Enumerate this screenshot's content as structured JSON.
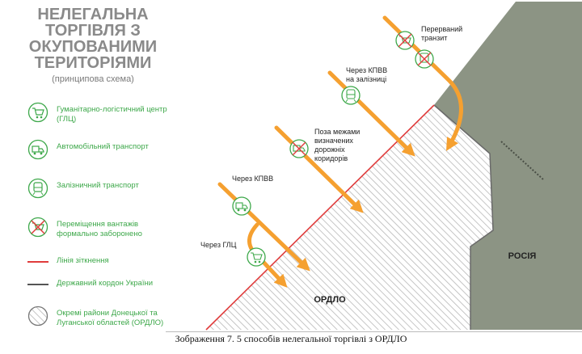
{
  "title_lines": [
    "НЕЛЕГАЛЬНА",
    "ТОРГІВЛЯ З",
    "ОКУПОВАНИМИ",
    "ТЕРИТОРІЯМИ"
  ],
  "subtitle": "(принципова схема)",
  "legend": [
    {
      "icon": "cart-icon",
      "text": "Гуманітарно-логістичний центр (ГЛЦ)"
    },
    {
      "icon": "truck-icon",
      "text": "Автомобільний транспорт"
    },
    {
      "icon": "train-icon",
      "text": "Залізничний транспорт"
    },
    {
      "icon": "crossed-cargo-icon",
      "text": "Переміщення вантажів формально заборонено"
    },
    {
      "icon": "red-line",
      "text": "Лінія зіткнення"
    },
    {
      "icon": "gray-line",
      "text": "Державний кордон України"
    },
    {
      "icon": "hatched-circle-icon",
      "text": "Окремі райони Донецької та Луганської областей (ОРДЛО)"
    }
  ],
  "routes": [
    {
      "id": "glc",
      "label": "Через ГЛЦ"
    },
    {
      "id": "kpvv-road",
      "label": "Через КПВВ"
    },
    {
      "id": "outside-corridors",
      "label": "Поза межами визначених дорожніх коридорів"
    },
    {
      "id": "kpvv-rail",
      "label": "Через КПВВ на залізниці"
    },
    {
      "id": "transit",
      "label": "Перерваний транзит"
    }
  ],
  "regions": {
    "ordlo": "ОРДЛО",
    "russia": "РОСІЯ"
  },
  "caption": "Зображення 7. 5 способів нелегальної торгівлі з ОРДЛО",
  "colors": {
    "green": "#3da84a",
    "orange": "#f5a030",
    "red": "#e03c3c",
    "russia": "#8c9484",
    "hatch": "#b8b8b8"
  }
}
